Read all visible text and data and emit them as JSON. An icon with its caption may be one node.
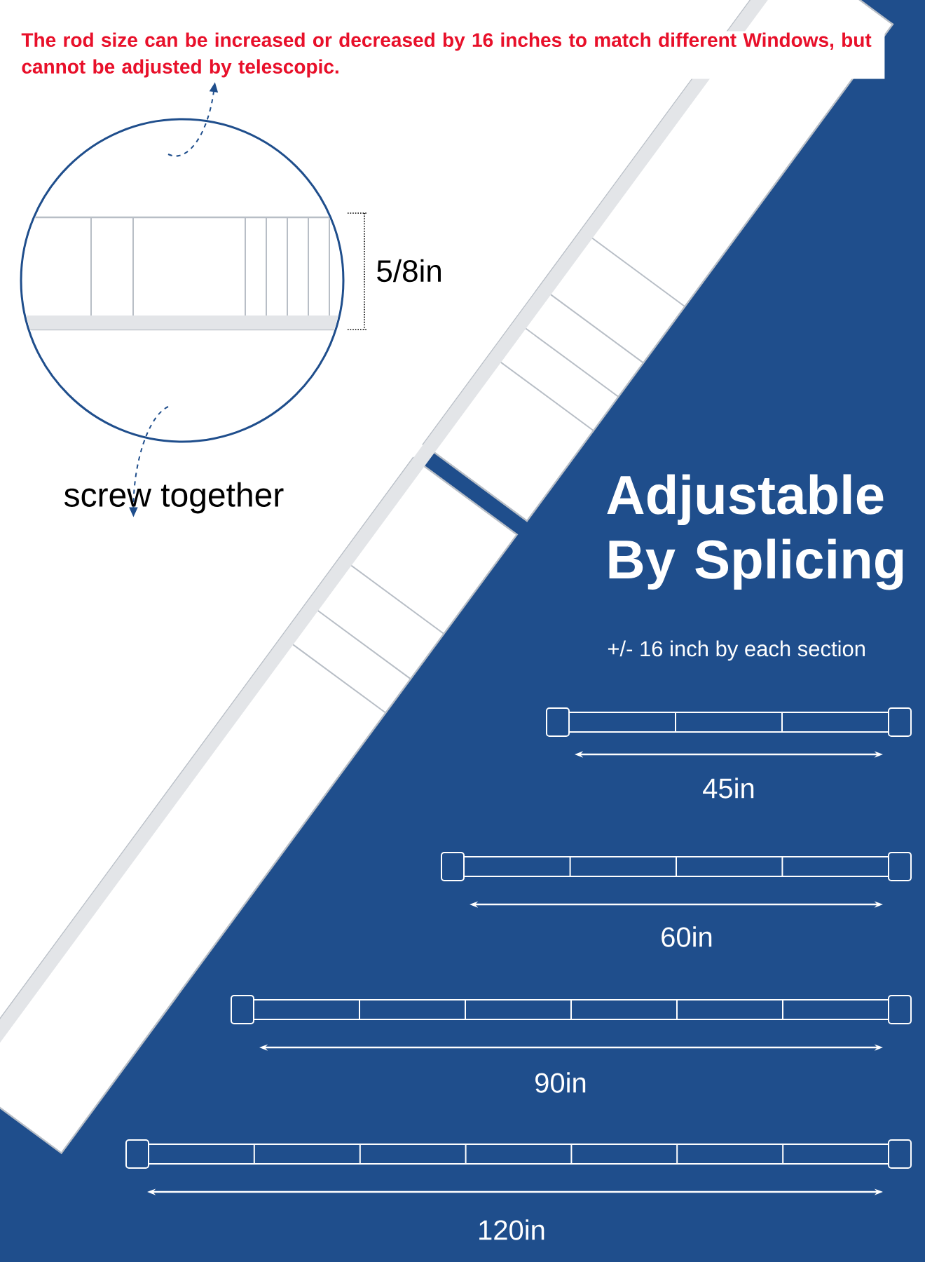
{
  "diagram": {
    "title": "Adjustable By Splicing",
    "labels": [
      "The rod size can be increased or decreased by 16 inches to match different Windows, but cannot be adjusted by telescopic.",
      "5/8in",
      "screw together",
      "+/- 16 inch by each section",
      "45in",
      "60in",
      "90in",
      "120in"
    ]
  }
}
